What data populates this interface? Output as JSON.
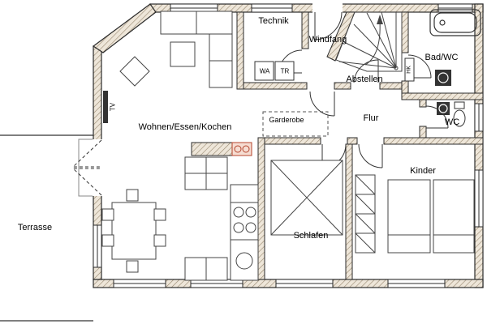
{
  "plan": {
    "rooms": {
      "living": {
        "label": "Wohnen/Essen/Kochen"
      },
      "technik": {
        "label": "Technik"
      },
      "windfang": {
        "label": "Windfang"
      },
      "abstellen": {
        "label": "Abstellen"
      },
      "bad": {
        "label": "Bad/WC"
      },
      "wc": {
        "label": "WC"
      },
      "flur": {
        "label": "Flur"
      },
      "garderobe": {
        "label": "Garderobe"
      },
      "schlafen": {
        "label": "Schlafen"
      },
      "kinder": {
        "label": "Kinder"
      },
      "terrasse": {
        "label": "Terrasse"
      }
    },
    "labels": {
      "washer": "WA",
      "dryer": "TR",
      "radiator": "HK",
      "tv": "TV"
    },
    "colors": {
      "wall_fill": "#eee6d9",
      "wall_hatch": "#97876f",
      "outline": "#2b2b2b",
      "chimney_red": "#b5442c"
    }
  }
}
